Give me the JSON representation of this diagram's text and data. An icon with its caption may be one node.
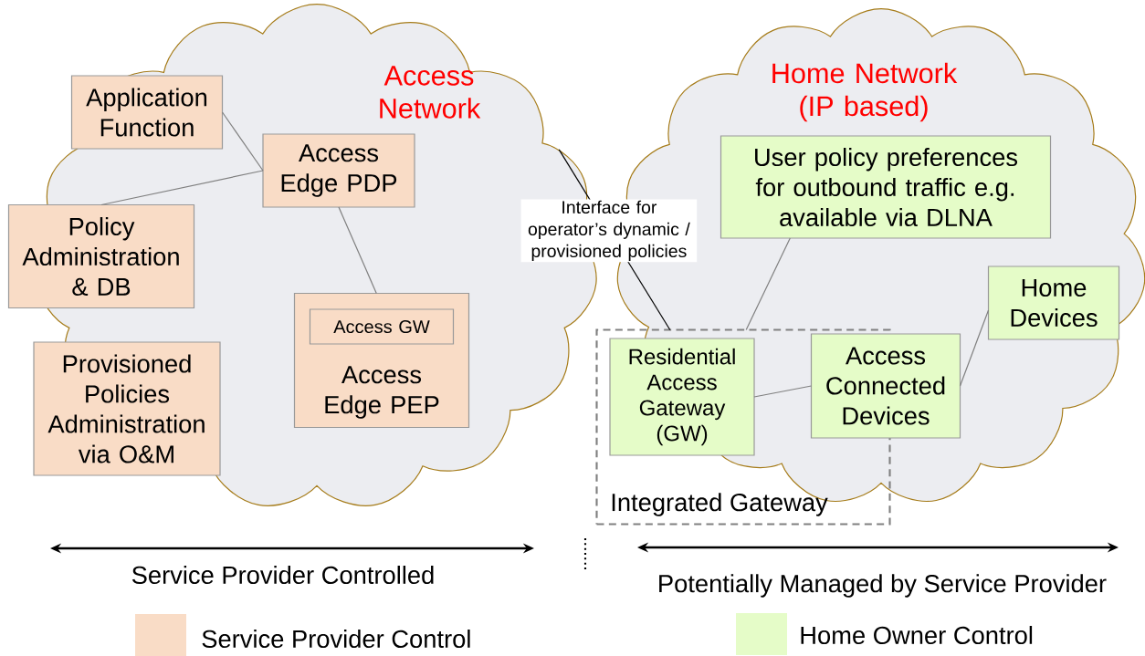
{
  "diagram": {
    "nodes": [
      {
        "text": [
          "Access Network"
        ]
      },
      {
        "text": [
          "Application Function"
        ],
        "in": 0
      },
      {
        "text": [
          "Access Edge PDP"
        ],
        "in": 0
      },
      {
        "text": [
          "Policy Administration & DB"
        ]
      },
      {
        "text": [
          "Access Edge PEP"
        ],
        "in": 0
      },
      {
        "text": [
          "Access GW"
        ],
        "in": 4
      },
      {
        "text": [
          "Provisioned Policies Administration via O&M"
        ],
        "in": 0
      },
      {
        "text": [
          "Home Network (IP based)"
        ]
      },
      {
        "text": [
          "User policy preferences for outbound traffic e.g. available via DLNA"
        ],
        "in": 7
      },
      {
        "text": [
          "Home Devices"
        ],
        "in": 7
      },
      {
        "text": [
          "Integrated Gateway"
        ]
      },
      {
        "text": [
          "Residential Access Gateway (GW)"
        ],
        "in": 10
      },
      {
        "text": [
          "Access Connected Devices"
        ],
        "in": 7
      }
    ],
    "edges": [
      {
        "from": 1,
        "to": 2,
        "arrow": "none"
      },
      {
        "from": 3,
        "to": 2,
        "arrow": "none"
      },
      {
        "from": 2,
        "to": 4,
        "arrow": "none"
      },
      {
        "from": 0,
        "to": 10,
        "arrow": "none",
        "label": "Interface for operator’s dynamic / provisioned policies",
        "color": "#000000"
      },
      {
        "from": 8,
        "to": 10,
        "arrow": "none"
      },
      {
        "from": 11,
        "to": 12,
        "arrow": "none"
      },
      {
        "from": 12,
        "to": 9,
        "arrow": "none"
      }
    ],
    "labels": [
      "Service Provider Controlled",
      "Potentially Managed by Service Provider"
    ],
    "legend": [
      {
        "text": "Service Provider Control",
        "color": "#f9dcc6"
      },
      {
        "text": "Home Owner Control",
        "color": "#e5fcc8"
      }
    ]
  }
}
